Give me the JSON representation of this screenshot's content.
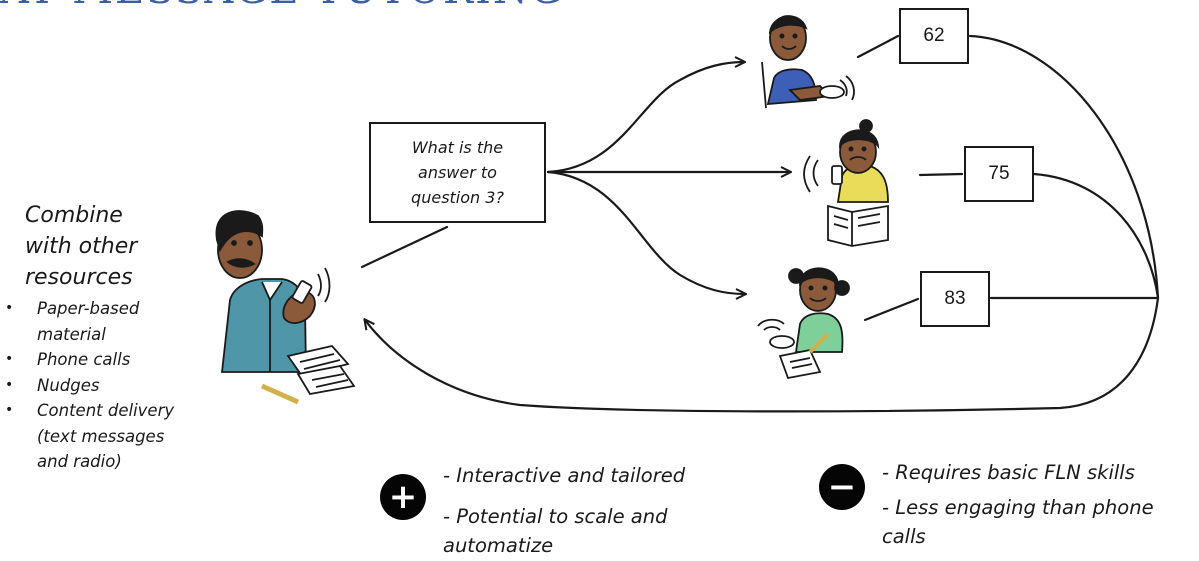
{
  "title": "AT MESSAGE TUTORING",
  "combine": {
    "lines": [
      "Combine",
      "with other",
      "resources"
    ]
  },
  "resources": [
    [
      "Paper-based",
      "material"
    ],
    [
      "Phone calls"
    ],
    [
      "Nudges"
    ],
    [
      "Content delivery",
      "(text messages",
      "and radio)"
    ]
  ],
  "question_box": [
    "What is the",
    "answer to",
    "question 3?"
  ],
  "scores": [
    "62",
    "75",
    "83"
  ],
  "pros": {
    "symbol": "+",
    "items": [
      [
        "- Interactive and tailored"
      ],
      [
        "- Potential to scale and",
        "automatize"
      ]
    ]
  },
  "cons": {
    "symbol": "−",
    "items": [
      [
        "- Requires basic FLN skills"
      ],
      [
        "- Less engaging than phone",
        "calls"
      ]
    ]
  },
  "colors": {
    "title": "#3b5fa3",
    "line": "#1a1a1a",
    "skin": "#8a5a3a",
    "teacher_shirt": "#4f96a8",
    "student_blue": "#3d5fb8",
    "student_yellow": "#e8dc58",
    "student_green": "#7fcf9a"
  }
}
